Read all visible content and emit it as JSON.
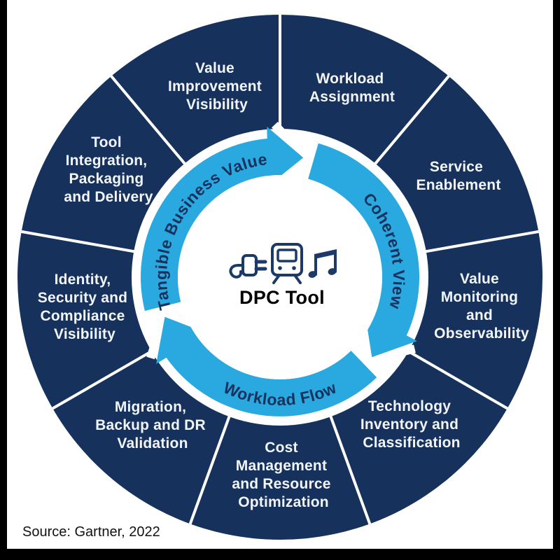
{
  "colors": {
    "navy": "#16315C",
    "light_blue": "#29A9E0",
    "segment_text": "#F2F5F9",
    "ring_text": "#16315C",
    "icon_navy": "#1B3A67",
    "frame_black": "#000000"
  },
  "center": {
    "title": "DPC Tool",
    "icons": [
      "plug-icon",
      "train-icon",
      "music-notes-icon"
    ]
  },
  "ring": {
    "labels": [
      "Tangible Business Value",
      "Coherent View",
      "Workload Flow"
    ]
  },
  "segments": [
    {
      "name": "value-improvement-visibility",
      "label": "Value Improvement Visibility",
      "lines": [
        "Value",
        "Improvement",
        "Visibility"
      ]
    },
    {
      "name": "workload-assignment",
      "label": "Workload Assignment",
      "lines": [
        "Workload",
        "Assignment"
      ]
    },
    {
      "name": "service-enablement",
      "label": "Service Enablement",
      "lines": [
        "Service",
        "Enablement"
      ]
    },
    {
      "name": "value-monitoring-and-observability",
      "label": "Value Monitoring and Observability",
      "lines": [
        "Value",
        "Monitoring",
        "and",
        "Observability"
      ]
    },
    {
      "name": "technology-inventory-and-classification",
      "label": "Technology Inventory and Classification",
      "lines": [
        "Technology",
        "Inventory and",
        "Classification"
      ]
    },
    {
      "name": "cost-management-and-resource-optimization",
      "label": "Cost Management and Resource Optimization",
      "lines": [
        "Cost",
        "Management",
        "and Resource",
        "Optimization"
      ]
    },
    {
      "name": "migration-backup-and-dr-validation",
      "label": "Migration, Backup and DR Validation",
      "lines": [
        "Migration,",
        "Backup and DR",
        "Validation"
      ]
    },
    {
      "name": "identity-security-and-compliance-visibility",
      "label": "Identity, Security and Compliance Visibility",
      "lines": [
        "Identity,",
        "Security and",
        "Compliance",
        "Visibility"
      ]
    },
    {
      "name": "tool-integration-packaging-and-delivery",
      "label": "Tool Integration, Packaging and Delivery",
      "lines": [
        "Tool",
        "Integration,",
        "Packaging",
        "and Delivery"
      ]
    }
  ],
  "source": "Source: Gartner, 2022"
}
